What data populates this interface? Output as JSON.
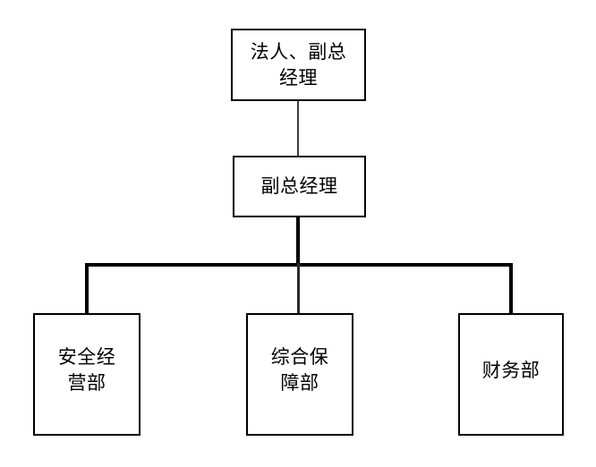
{
  "chart": {
    "type": "org-chart",
    "background_color": "#ffffff",
    "line_color": "#000000",
    "box_border_color": "#000000",
    "box_fill_color": "#ffffff",
    "text_color": "#000000",
    "nodes": [
      {
        "id": "top",
        "label": "法人、副总\n经理",
        "level": 0
      },
      {
        "id": "deputy",
        "label": "副总经理",
        "level": 1
      },
      {
        "id": "dept-0",
        "label": "安全经\n营部",
        "level": 2
      },
      {
        "id": "dept-1",
        "label": "综合保\n障部",
        "level": 2
      },
      {
        "id": "dept-2",
        "label": "财务部",
        "level": 2
      }
    ],
    "edges": [
      {
        "from": "top",
        "to": "deputy"
      },
      {
        "from": "deputy",
        "to": "dept-0"
      },
      {
        "from": "deputy",
        "to": "dept-1"
      },
      {
        "from": "deputy",
        "to": "dept-2"
      }
    ]
  }
}
